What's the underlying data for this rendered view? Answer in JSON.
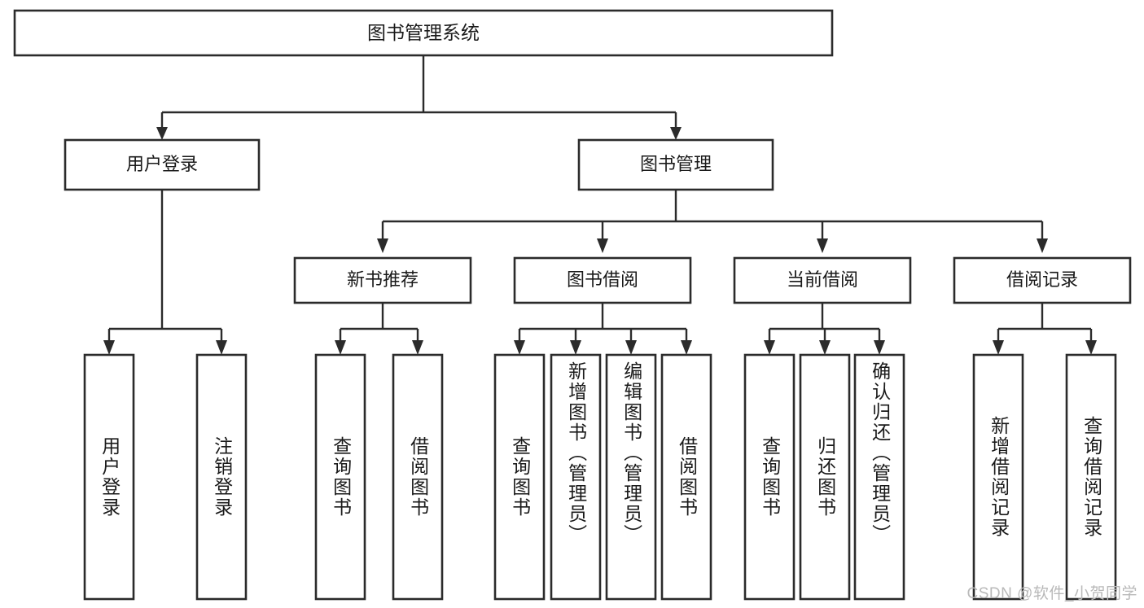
{
  "diagram": {
    "title": "图书管理系统",
    "type": "hierarchy-tree",
    "watermark": "CSDN @软件_小贺同学",
    "root": {
      "id": "root",
      "label": "图书管理系统",
      "orientation": "horizontal"
    },
    "level2": [
      {
        "id": "user-login",
        "label": "用户登录",
        "orientation": "horizontal"
      },
      {
        "id": "book-management",
        "label": "图书管理",
        "orientation": "horizontal"
      }
    ],
    "level3": [
      {
        "id": "new-book-recommend",
        "label": "新书推荐",
        "orientation": "horizontal",
        "parent": "book-management"
      },
      {
        "id": "book-borrow",
        "label": "图书借阅",
        "orientation": "horizontal",
        "parent": "book-management"
      },
      {
        "id": "current-borrow",
        "label": "当前借阅",
        "orientation": "horizontal",
        "parent": "book-management"
      },
      {
        "id": "borrow-record",
        "label": "借阅记录",
        "orientation": "horizontal",
        "parent": "book-management"
      }
    ],
    "leaves": [
      {
        "id": "leaf-user-login",
        "label": "用户登录",
        "orientation": "vertical",
        "parent": "user-login"
      },
      {
        "id": "leaf-logout-login",
        "label": "注销登录",
        "orientation": "vertical",
        "parent": "user-login"
      },
      {
        "id": "leaf-query-book-1",
        "label": "查询图书",
        "orientation": "vertical",
        "parent": "new-book-recommend"
      },
      {
        "id": "leaf-borrow-book-1",
        "label": "借阅图书",
        "orientation": "vertical",
        "parent": "new-book-recommend"
      },
      {
        "id": "leaf-query-book-2",
        "label": "查询图书",
        "orientation": "vertical",
        "parent": "book-borrow"
      },
      {
        "id": "leaf-add-book",
        "label": "新增图书（管理员）",
        "orientation": "vertical",
        "parent": "book-borrow"
      },
      {
        "id": "leaf-edit-book",
        "label": "编辑图书（管理员）",
        "orientation": "vertical",
        "parent": "book-borrow"
      },
      {
        "id": "leaf-borrow-book-2",
        "label": "借阅图书",
        "orientation": "vertical",
        "parent": "book-borrow"
      },
      {
        "id": "leaf-query-book-3",
        "label": "查询图书",
        "orientation": "vertical",
        "parent": "current-borrow"
      },
      {
        "id": "leaf-return-book",
        "label": "归还图书",
        "orientation": "vertical",
        "parent": "current-borrow"
      },
      {
        "id": "leaf-confirm-return",
        "label": "确认归还（管理员）",
        "orientation": "vertical",
        "parent": "current-borrow"
      },
      {
        "id": "leaf-add-record",
        "label": "新增借阅记录",
        "orientation": "vertical",
        "parent": "borrow-record"
      },
      {
        "id": "leaf-query-record",
        "label": "查询借阅记录",
        "orientation": "vertical",
        "parent": "borrow-record"
      }
    ],
    "colors": {
      "stroke": "#2b2b2b",
      "fill": "#ffffff",
      "text": "#1a1a1a",
      "watermark": "#b9b9b9"
    }
  }
}
